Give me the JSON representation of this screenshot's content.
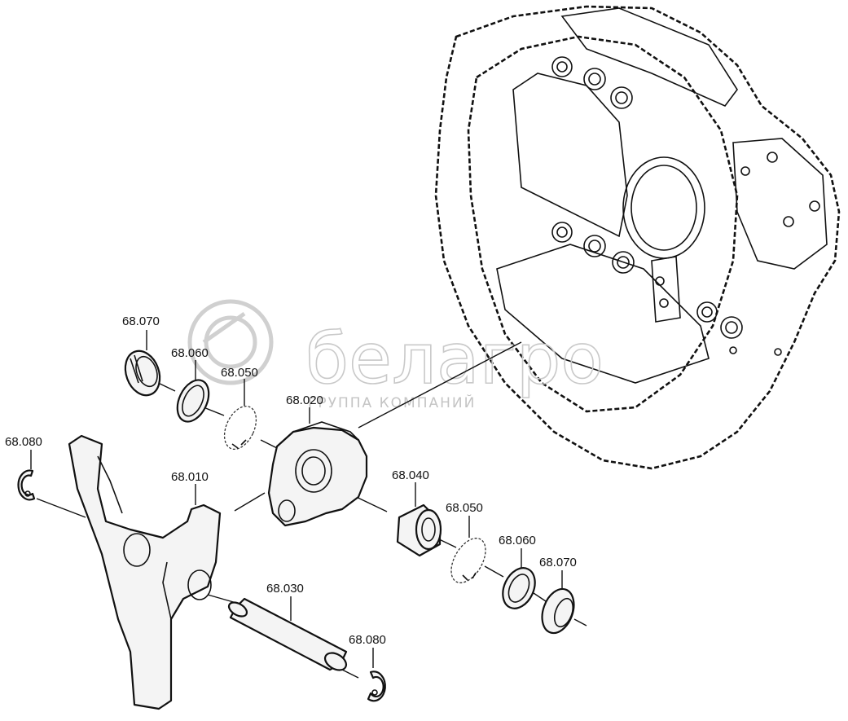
{
  "watermark": {
    "brand": "белагро",
    "subtitle": "ГРУППА КОМПАНИЙ"
  },
  "labels": {
    "p68070_top": "68.070",
    "p68060_top": "68.060",
    "p68050_top": "68.050",
    "p68020": "68.020",
    "p68080_left": "68.080",
    "p68010": "68.010",
    "p68040": "68.040",
    "p68050_right": "68.050",
    "p68060_right": "68.060",
    "p68070_right": "68.070",
    "p68030": "68.030",
    "p68080_bottom": "68.080"
  }
}
